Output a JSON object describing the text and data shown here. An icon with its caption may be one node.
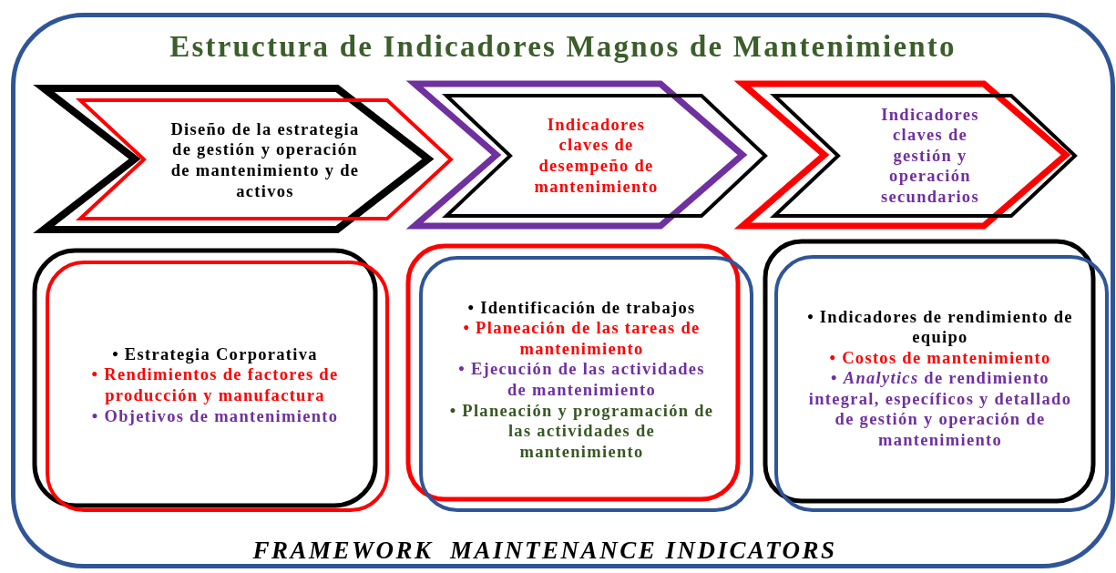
{
  "diagram": {
    "title": "Estructura de Indicadores Magnos de Mantenimiento",
    "caption": "FRAMEWORK  MAINTENANCE INDICATORS",
    "nodes": [
      {
        "text": [],
        "shape": "box"
      },
      {
        "text": [
          "Diseño de la estrategia de gestión y operación de mantenimiento y de activos"
        ],
        "in": 0
      },
      {
        "text": [
          "Indicadores claves de desempeño de mantenimiento"
        ],
        "in": 0
      },
      {
        "text": [
          "Indicadores claves de gestión y operación secundarios"
        ],
        "in": 0
      },
      {
        "text": [
          "• Estrategia Corporativa",
          "• Rendimientos de factores de producción y manufactura",
          "• Objetivos de mantenimiento"
        ],
        "in": 0
      },
      {
        "text": [
          "• Identificación de trabajos",
          "• Planeación de las tareas de mantenimiento",
          "• Ejecución de las actividades de mantenimiento",
          "• Planeación y programación de las actividades de mantenimiento"
        ],
        "in": 0
      },
      {
        "text": [
          "• Indicadores de rendimiento de equipo",
          "• Costos de mantenimiento",
          "• *Analytics* de rendimiento integral, específicos y detallado de gestión y operación de mantenimiento"
        ],
        "in": 0
      }
    ]
  }
}
